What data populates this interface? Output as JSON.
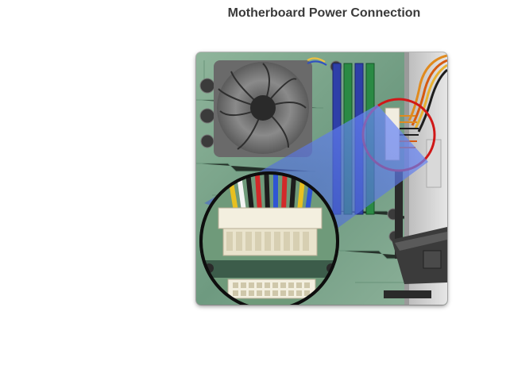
{
  "page": {
    "title": "Motherboard Power Connection"
  },
  "figure": {
    "subject": "motherboard-photo",
    "callout": "magnified-24-pin-power-connector",
    "highlight_color": "#d01818",
    "beam_color": "#5a78d8"
  }
}
